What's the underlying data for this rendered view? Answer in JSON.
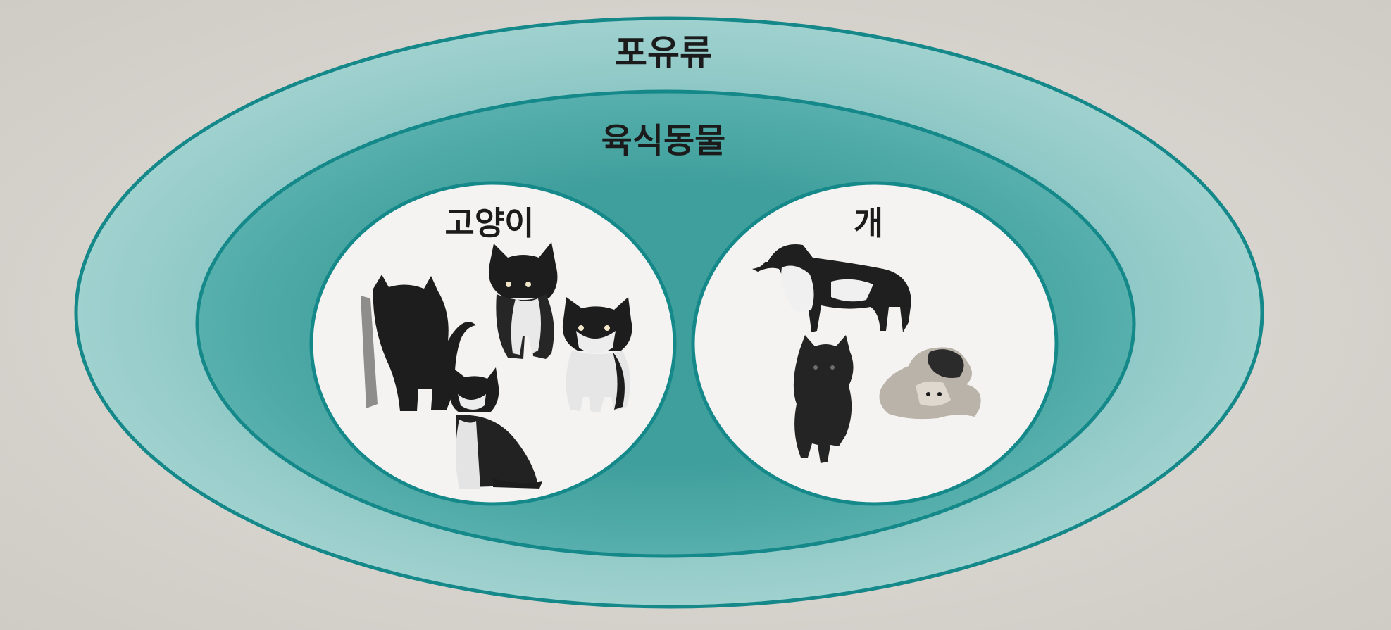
{
  "diagram": {
    "outer_label": "포유류",
    "middle_label": "육식동물",
    "left_label": "고양이",
    "right_label": "개"
  },
  "colors": {
    "paper": "#d9d6d1",
    "outer_fill": "#8fc9c8",
    "middle_fill": "#4faaa7",
    "inner_fill": "#f4f3f1",
    "border": "#15888a",
    "animal": "#1a1a1a"
  },
  "illustrations": {
    "left_group": [
      "cat-icon",
      "cat-icon",
      "cat-icon",
      "cat-icon"
    ],
    "right_group": [
      "dog-icon",
      "dog-icon",
      "dog-icon"
    ]
  }
}
